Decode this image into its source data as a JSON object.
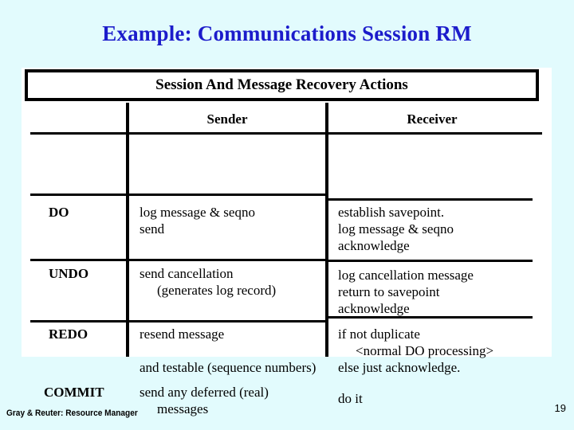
{
  "slide": {
    "title": "Example: Communications Session RM",
    "title_color": "#1c1ccb",
    "background_color": "#e2fbfd"
  },
  "table": {
    "banner_title": "Session And Message Recovery Actions",
    "columns": [
      "",
      "Sender",
      "Receiver"
    ],
    "rows": [
      {
        "action": "DO",
        "sender": "log message & seqno\nsend",
        "receiver": "establish savepoint.\nlog message & seqno\nacknowledge"
      },
      {
        "action": "UNDO",
        "sender_line1": "send cancellation",
        "sender_line2": "(generates log record)",
        "receiver": "log cancellation message\nreturn to savepoint\nacknowledge"
      },
      {
        "action": "REDO",
        "sender": "resend message",
        "receiver_line1": "if not duplicate",
        "receiver_line2": "<normal DO processing>",
        "receiver_line3": "else just acknowledge."
      },
      {
        "action": "COMMIT",
        "sender_line1": "send any deferred (real)",
        "sender_line2": "messages",
        "receiver": "do it"
      }
    ]
  },
  "caption": "and testable (sequence numbers)",
  "footer": {
    "credit": "Gray & Reuter: Resource Manager",
    "page_number": "19"
  }
}
